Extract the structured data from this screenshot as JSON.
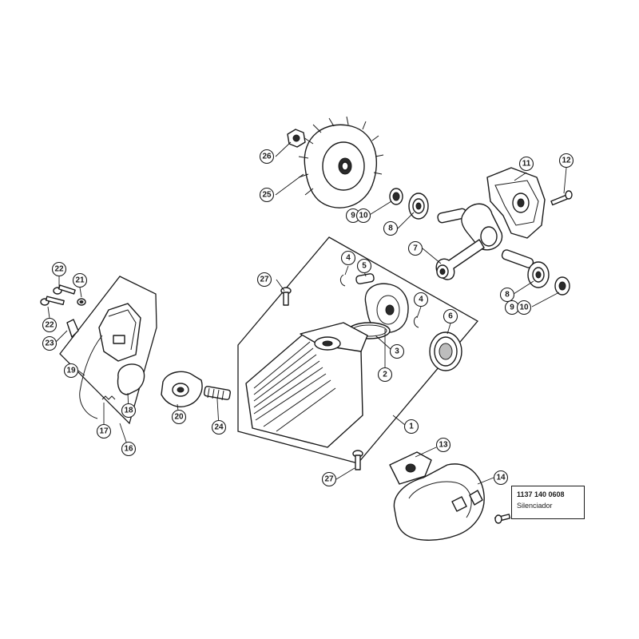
{
  "callouts": [
    {
      "id": "c1",
      "label": "1"
    },
    {
      "id": "c2",
      "label": "2"
    },
    {
      "id": "c3",
      "label": "3"
    },
    {
      "id": "c4a",
      "label": "4"
    },
    {
      "id": "c4b",
      "label": "4"
    },
    {
      "id": "c5",
      "label": "5"
    },
    {
      "id": "c6",
      "label": "6"
    },
    {
      "id": "c7",
      "label": "7"
    },
    {
      "id": "c8a",
      "label": "8"
    },
    {
      "id": "c8b",
      "label": "8"
    },
    {
      "id": "c9a",
      "label": "9"
    },
    {
      "id": "c9b",
      "label": "9"
    },
    {
      "id": "c10a",
      "label": "10"
    },
    {
      "id": "c10b",
      "label": "10"
    },
    {
      "id": "c11",
      "label": "11"
    },
    {
      "id": "c12",
      "label": "12"
    },
    {
      "id": "c13",
      "label": "13"
    },
    {
      "id": "c14",
      "label": "14"
    },
    {
      "id": "c16",
      "label": "16"
    },
    {
      "id": "c17",
      "label": "17"
    },
    {
      "id": "c18",
      "label": "18"
    },
    {
      "id": "c19",
      "label": "19"
    },
    {
      "id": "c20",
      "label": "20"
    },
    {
      "id": "c21",
      "label": "21"
    },
    {
      "id": "c22a",
      "label": "22"
    },
    {
      "id": "c22b",
      "label": "22"
    },
    {
      "id": "c23",
      "label": "23"
    },
    {
      "id": "c24",
      "label": "24"
    },
    {
      "id": "c25",
      "label": "25"
    },
    {
      "id": "c26",
      "label": "26"
    },
    {
      "id": "c27a",
      "label": "27"
    },
    {
      "id": "c27b",
      "label": "27"
    }
  ],
  "info_box": {
    "part_number": "1137 140 0608",
    "description": "Silenciador"
  }
}
